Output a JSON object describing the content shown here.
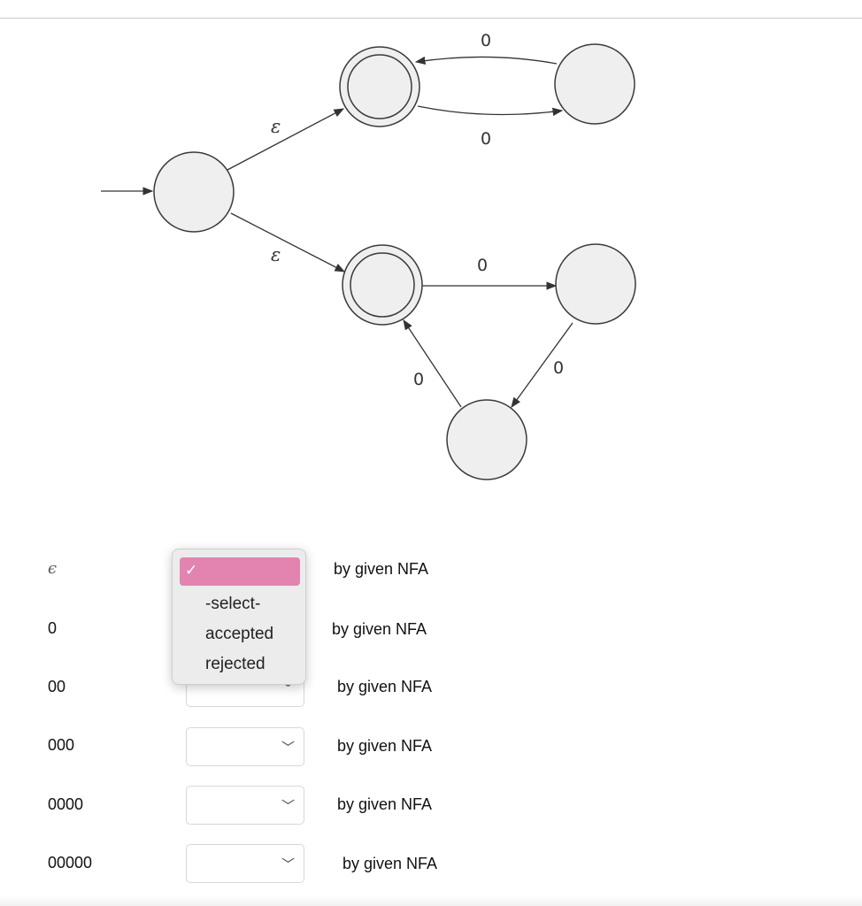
{
  "diagram": {
    "epsilon_symbol": "ε",
    "edge_labels": {
      "eps_top": "ε",
      "eps_bottom": "ε",
      "top_pair_upper": "0",
      "top_pair_lower": "0",
      "cycle_right": "0",
      "cycle_down": "0",
      "cycle_up": "0"
    }
  },
  "rows": [
    {
      "input": "ϵ",
      "selected": "",
      "suffix": "by given NFA"
    },
    {
      "input": "0",
      "selected": "",
      "suffix": "by given NFA"
    },
    {
      "input": "00",
      "selected": "",
      "suffix": "by given NFA"
    },
    {
      "input": "000",
      "selected": "",
      "suffix": "by given NFA"
    },
    {
      "input": "0000",
      "selected": "",
      "suffix": "by given NFA"
    },
    {
      "input": "00000",
      "selected": "",
      "suffix": "by given NFA"
    }
  ],
  "dropdown": {
    "checkmark": "✓",
    "highlighted_option": "",
    "options": [
      "-select-",
      "accepted",
      "rejected"
    ]
  },
  "icons": {
    "select_chevron": "chevron-down-icon",
    "check": "check-icon"
  },
  "colors": {
    "highlight": "#e384b0",
    "state_fill": "#efefef",
    "menu_bg": "#ececec"
  }
}
